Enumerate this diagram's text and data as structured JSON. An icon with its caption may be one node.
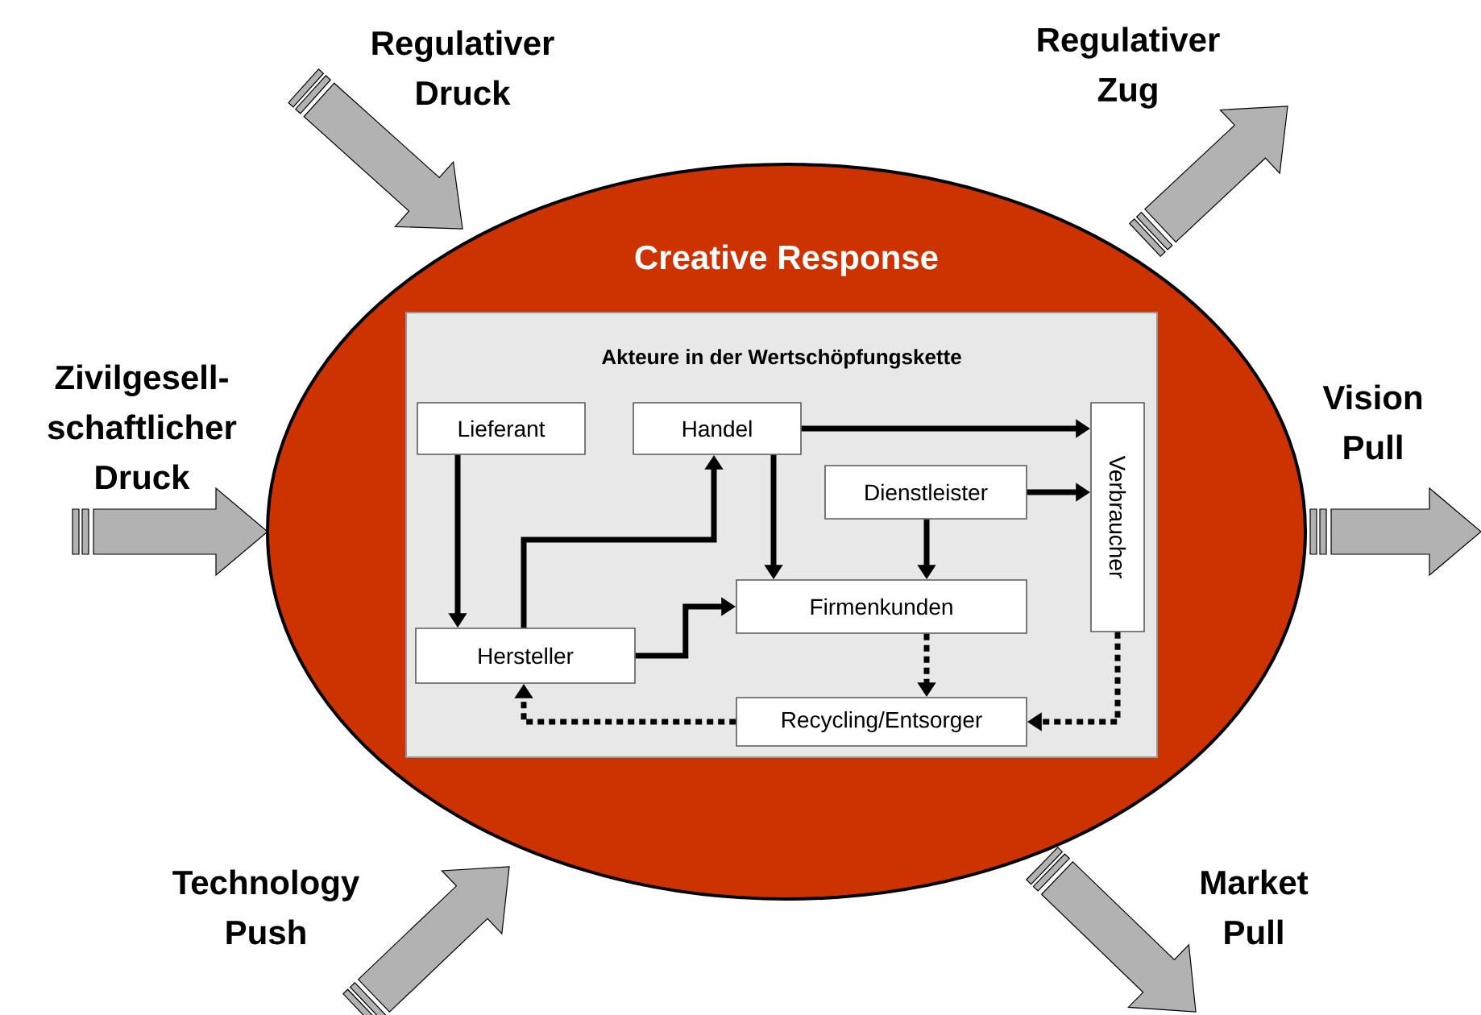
{
  "diagram": {
    "nodes": [
      {
        "text": [
          "Creative Response"
        ]
      },
      {
        "text": [
          "Akteure in der Wertschöpfungskette"
        ],
        "in": 0
      },
      {
        "text": [
          "Lieferant"
        ],
        "in": 1
      },
      {
        "text": [
          "Handel"
        ],
        "in": 1
      },
      {
        "text": [
          "Dienstleister"
        ],
        "in": 1
      },
      {
        "text": [
          "Verbraucher"
        ],
        "in": 1
      },
      {
        "text": [
          "Hersteller"
        ],
        "in": 1
      },
      {
        "text": [
          "Firmenkunden"
        ],
        "in": 1
      },
      {
        "text": [
          "Recycling/Entsorger"
        ],
        "in": 1
      }
    ],
    "edges": [
      {
        "from": 2,
        "to": 6,
        "arrow": "to"
      },
      {
        "from": 6,
        "to": 3,
        "arrow": "to"
      },
      {
        "from": 6,
        "to": 7,
        "arrow": "to"
      },
      {
        "from": 3,
        "to": 5,
        "arrow": "to"
      },
      {
        "from": 3,
        "to": 7,
        "arrow": "to"
      },
      {
        "from": 4,
        "to": 5,
        "arrow": "to"
      },
      {
        "from": 4,
        "to": 7,
        "arrow": "to"
      },
      {
        "from": 7,
        "to": 8,
        "arrow": "to",
        "style": "dashed"
      },
      {
        "from": 5,
        "to": 8,
        "arrow": "to",
        "style": "dashed"
      },
      {
        "from": 8,
        "to": 6,
        "arrow": "to",
        "style": "dashed"
      }
    ],
    "labels": [
      "Regulativer Druck",
      "Regulativer Zug",
      "Zivilgesell-schaftlicher Druck",
      "Vision Pull",
      "Technology Push",
      "Market Pull"
    ]
  }
}
